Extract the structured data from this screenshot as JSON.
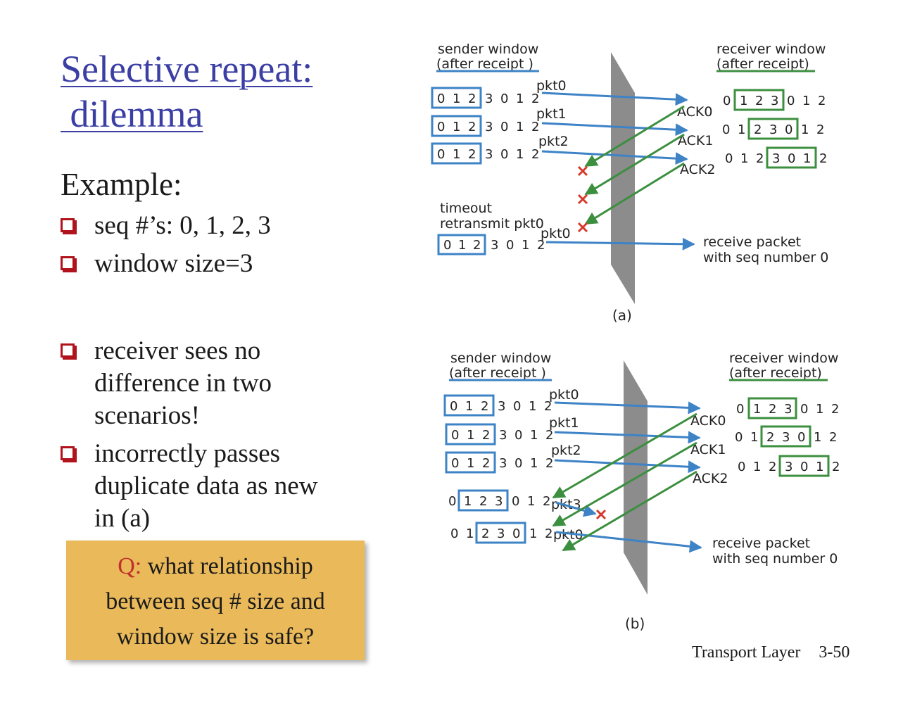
{
  "slide": {
    "title_line1": "Selective repeat:",
    "title_line2": " dilemma",
    "example_label": "Example:",
    "bullets_top": [
      "seq #’s: 0, 1, 2, 3",
      "window size=3"
    ],
    "bullets_bottom": [
      {
        "lines": [
          "receiver sees no",
          "difference in two",
          "scenarios!"
        ]
      },
      {
        "lines": [
          "incorrectly passes",
          "duplicate data as new",
          "in (a)"
        ]
      }
    ],
    "question": {
      "prefix": "Q:",
      "line1_rest": " what relationship",
      "line2": "between seq # size and",
      "line3": "window size is safe?"
    },
    "footer": {
      "label": "Transport Layer",
      "page": "3-50"
    }
  },
  "diagram_a": {
    "caption": "(a)",
    "sender_header": [
      "sender window",
      "(after receipt )"
    ],
    "receiver_header": [
      "receiver window",
      "(after receipt)"
    ],
    "sequence": [
      "0",
      "1",
      "2",
      "3",
      "0",
      "1",
      "2"
    ],
    "packets": [
      "pkt0",
      "pkt1",
      "pkt2"
    ],
    "acks": [
      "ACK0",
      "ACK1",
      "ACK2"
    ],
    "timeout_text": [
      "timeout",
      "retransmit pkt0"
    ],
    "retransmit_label": "pkt0",
    "receive_text": [
      "receive packet",
      "with seq number 0"
    ]
  },
  "diagram_b": {
    "caption": "(b)",
    "sender_header": [
      "sender window",
      "(after receipt )"
    ],
    "receiver_header": [
      "receiver window",
      "(after receipt)"
    ],
    "sequence": [
      "0",
      "1",
      "2",
      "3",
      "0",
      "1",
      "2"
    ],
    "packets": [
      "pkt0",
      "pkt1",
      "pkt2",
      "pkt3",
      "pkt0"
    ],
    "acks": [
      "ACK0",
      "ACK1",
      "ACK2"
    ],
    "receive_text": [
      "receive packet",
      "with seq number 0"
    ]
  },
  "colors": {
    "title": "#3b3fa3",
    "bullet": "#b0131b",
    "question": "#c0312d",
    "box_fill": "#e9b95a",
    "sender_box": "#3d83c6",
    "receiver_box": "#3c8f3f",
    "packet_arrow": "#3d83c6",
    "ack_arrow": "#3c8f3f",
    "loss_mark": "#d63a2c",
    "channel": "#8c8c8c"
  }
}
